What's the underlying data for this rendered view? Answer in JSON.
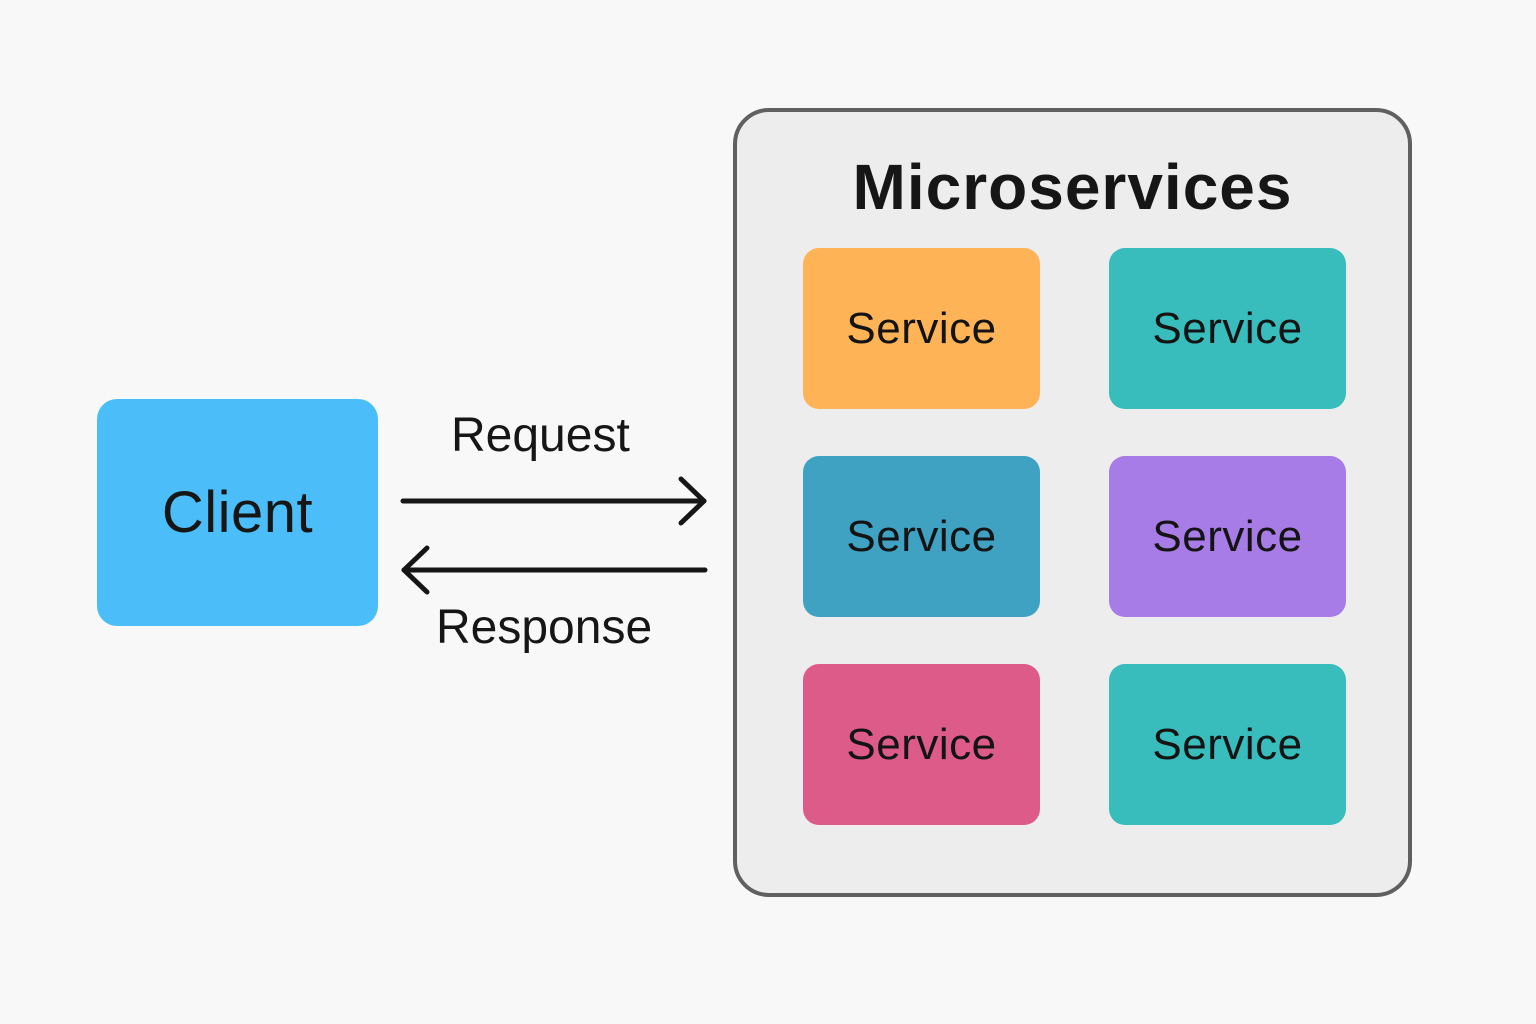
{
  "client": {
    "label": "Client",
    "color": "#4bbef9"
  },
  "arrows": {
    "request_label": "Request",
    "response_label": "Response"
  },
  "microservices": {
    "title": "Microservices",
    "services": [
      {
        "label": "Service",
        "color": "#ffb357"
      },
      {
        "label": "Service",
        "color": "#39bdbc"
      },
      {
        "label": "Service",
        "color": "#40a2c3"
      },
      {
        "label": "Service",
        "color": "#a77ce6"
      },
      {
        "label": "Service",
        "color": "#dd5b89"
      },
      {
        "label": "Service",
        "color": "#39bdbc"
      }
    ]
  }
}
